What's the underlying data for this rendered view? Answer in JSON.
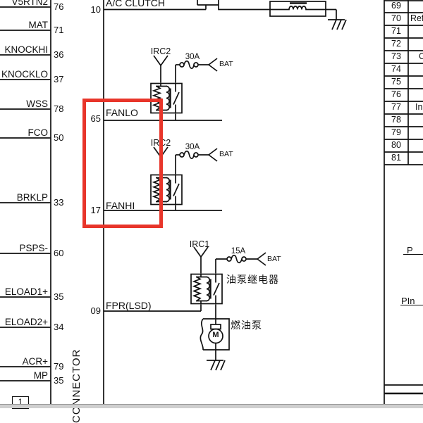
{
  "diagram": {
    "connector": {
      "label": "CONNECTOR",
      "page_ref": "1"
    },
    "left_pins": [
      {
        "label": "V5RTN2",
        "pin": "76"
      },
      {
        "label": "MAT",
        "pin": "71"
      },
      {
        "label": "KNOCKHI",
        "pin": "36"
      },
      {
        "label": "KNOCKLO",
        "pin": "37"
      },
      {
        "label": "WSS",
        "pin": "78"
      },
      {
        "label": "FCO",
        "pin": "50"
      },
      {
        "label": "BRKLP",
        "pin": "33"
      },
      {
        "label": "PSPS-",
        "pin": "60"
      },
      {
        "label": "ELOAD1+",
        "pin": "35"
      },
      {
        "label": "ELOAD2+",
        "pin": "34"
      },
      {
        "label": "ACR+",
        "pin": "79"
      },
      {
        "label": "MP",
        "pin": "35"
      }
    ],
    "right_pins": [
      {
        "pin": "10",
        "label": "A/C CLUTCH"
      },
      {
        "pin": "65",
        "label": "FANLO"
      },
      {
        "pin": "17",
        "label": "FANHI"
      },
      {
        "pin": "09",
        "label": "FPR(LSD)"
      }
    ],
    "branches": {
      "fan_low": {
        "control": "IRC2",
        "fuse": "30A",
        "source": "BAT"
      },
      "fan_high": {
        "control": "IRC2",
        "fuse": "30A",
        "source": "BAT"
      },
      "fuel_pump": {
        "control": "IRC1",
        "fuse": "15A",
        "source": "BAT",
        "relay_name": "油泵继电器",
        "load_name": "燃油泵",
        "motor": "M"
      }
    },
    "highlight_color": "#e8352a"
  },
  "side_table": {
    "rows": [
      "69",
      "70",
      "71",
      "72",
      "73",
      "74",
      "75",
      "76",
      "77",
      "78",
      "79",
      "80",
      "81"
    ],
    "fragments": {
      "row70": "Ref",
      "row73": "C",
      "row77": "In"
    },
    "notes": {
      "note1": "P",
      "note2": "PIn"
    }
  }
}
